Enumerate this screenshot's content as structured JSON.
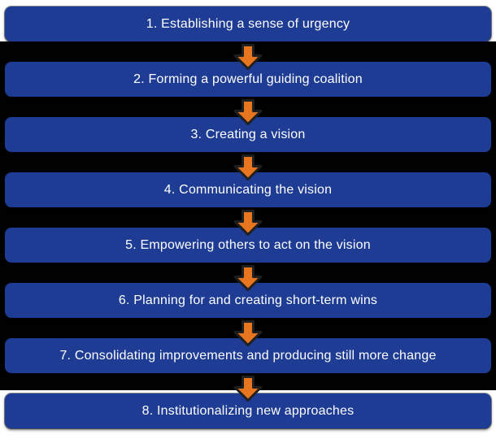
{
  "diagram": {
    "type": "vertical-flow-sequence",
    "colors": {
      "page_background": "#ffffff",
      "backdrop": "#010101",
      "box_fill": "#1e3c94",
      "box_text": "#ffffff",
      "arrow_fill": "#e8751f",
      "arrow_outline": "#1f1f1f"
    },
    "connector_icon": "arrow-down",
    "steps": [
      "1. Establishing a sense of urgency",
      "2. Forming a powerful guiding coalition",
      "3. Creating a vision",
      "4. Communicating the vision",
      "5. Empowering others to act on the vision",
      "6. Planning for and creating short-term wins",
      "7. Consolidating improvements and producing still more change",
      "8. Institutionalizing new approaches"
    ]
  }
}
